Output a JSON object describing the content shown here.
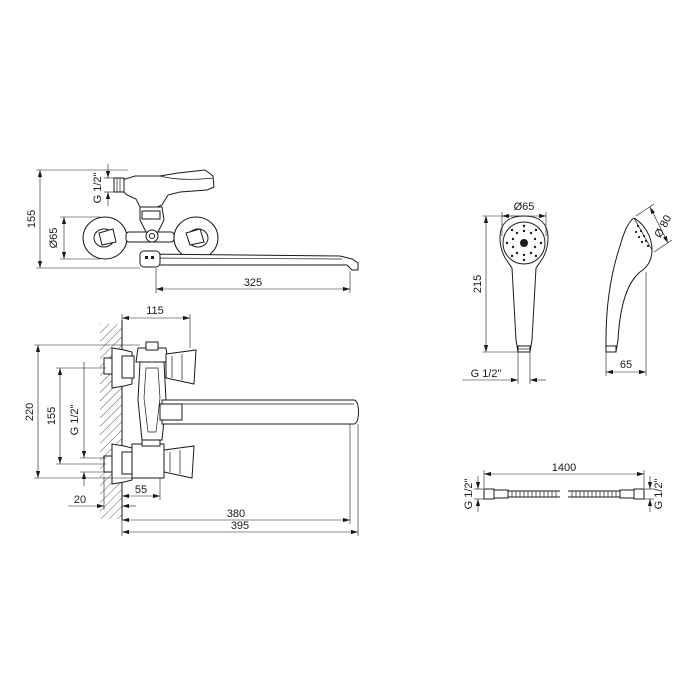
{
  "front_view": {
    "dim_height": "155",
    "dim_inlet_thread": "G 1/2\"",
    "dim_flange_diameter": "Ø65",
    "dim_spout_reach": "325"
  },
  "side_view": {
    "dim_wall_offset": "115",
    "dim_total_height": "220",
    "dim_inlet_spacing": "155",
    "dim_inlet_thread": "G 1/2\"",
    "dim_eccentric": "20",
    "dim_body_depth": "55",
    "dim_spout_length": "380",
    "dim_total_length": "395"
  },
  "hand_shower_front": {
    "dim_head_diameter": "Ø65",
    "dim_length": "215",
    "dim_thread": "G 1/2\""
  },
  "hand_shower_side": {
    "dim_face_diameter": "Ø 80",
    "dim_depth": "65"
  },
  "hose": {
    "dim_length": "1400",
    "dim_thread_left": "G 1/2\"",
    "dim_thread_right": "G 1/2\""
  }
}
